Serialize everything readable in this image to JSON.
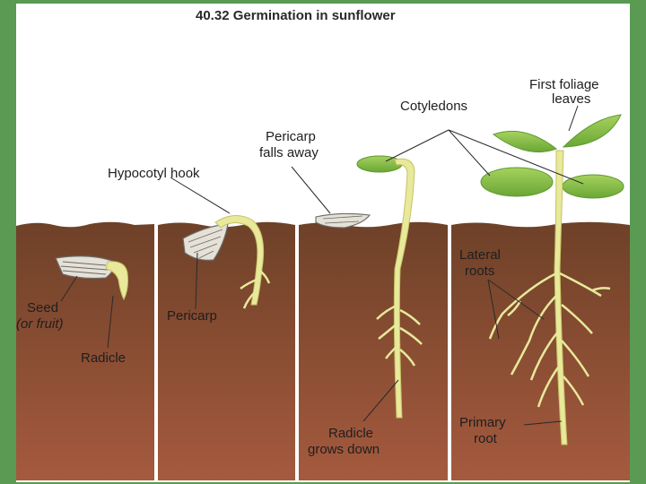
{
  "figure": {
    "title": "40.32 Germination in sunflower"
  },
  "labels": {
    "seed_line1": "Seed",
    "seed_line2": "(or fruit)",
    "radicle": "Radicle",
    "hypocotyl_hook": "Hypocotyl hook",
    "pericarp": "Pericarp",
    "pericarp_falls_line1": "Pericarp",
    "pericarp_falls_line2": "falls away",
    "cotyledons": "Cotyledons",
    "radicle_grows_line1": "Radicle",
    "radicle_grows_line2": "grows down",
    "first_foliage_line1": "First foliage",
    "first_foliage_line2": "leaves",
    "lateral_roots_line1": "Lateral",
    "lateral_roots_line2": "roots",
    "primary_root_line1": "Primary",
    "primary_root_line2": "root"
  },
  "colors": {
    "frame": "#5a9a52",
    "sky": "#ffffff",
    "soil_top": "#7a4a2c",
    "soil_bottom": "#a0573c",
    "plant": "#e8e99a",
    "plant_stroke": "#c9c86a",
    "leaf": "#8cbf4a",
    "leaf_dark": "#5e9a2e",
    "seed_coat": "#d8d2c4"
  }
}
